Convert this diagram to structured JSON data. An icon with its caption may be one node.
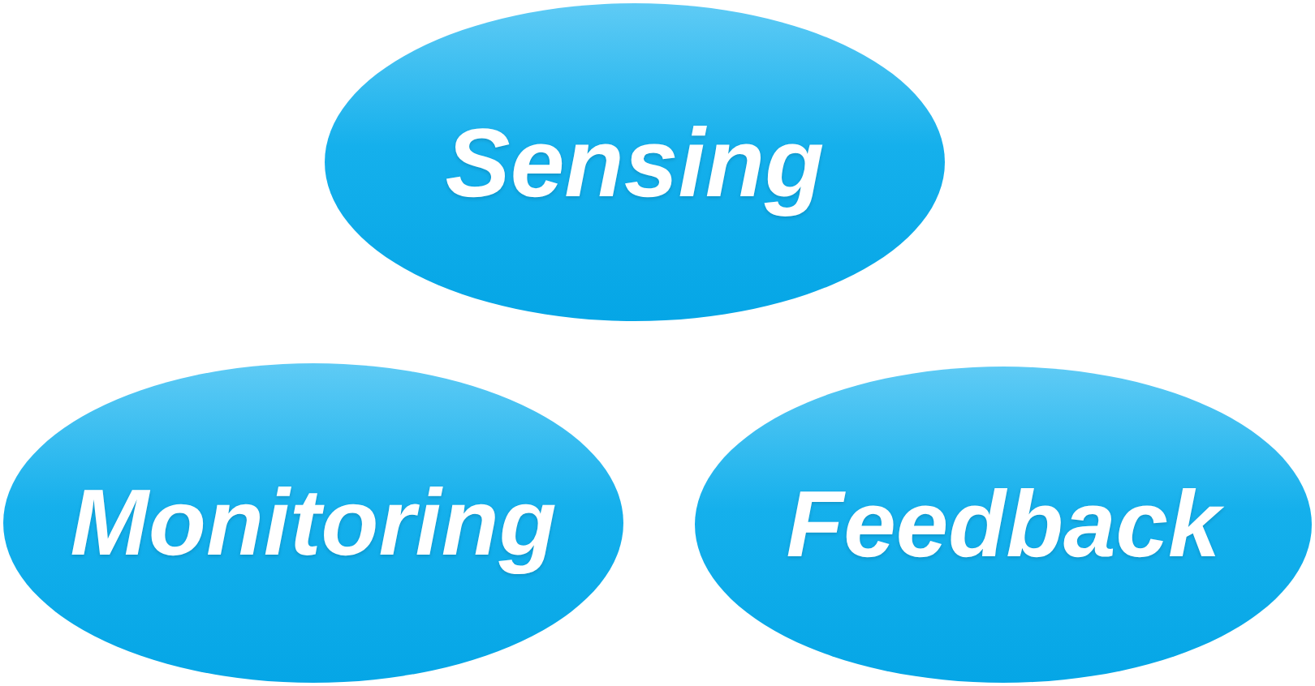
{
  "diagram": {
    "nodes": [
      {
        "text": [
          "Sensing"
        ]
      },
      {
        "text": [
          "Monitoring"
        ]
      },
      {
        "text": [
          "Feedback"
        ]
      }
    ]
  }
}
